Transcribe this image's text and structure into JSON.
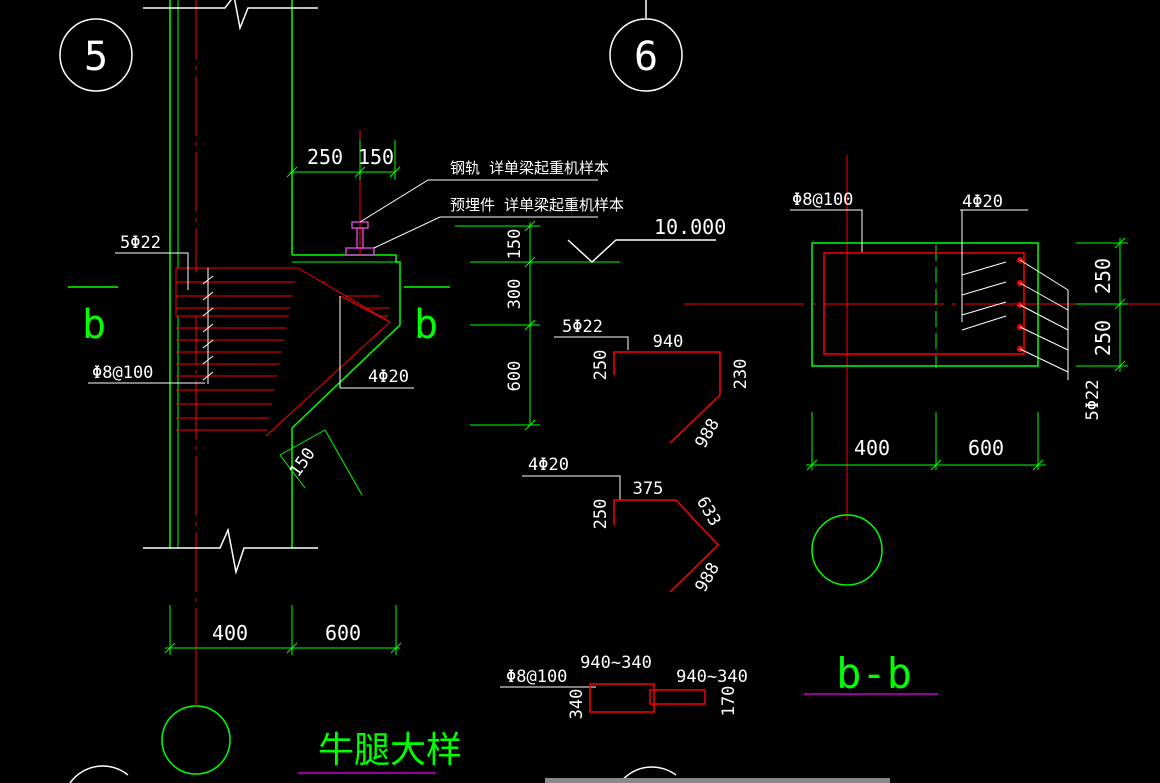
{
  "axes": {
    "left": "5",
    "right": "6"
  },
  "notes": {
    "rail": "钢轨 详单梁起重机样本",
    "embed": "预埋件 详单梁起重机样本"
  },
  "elevation": "10.000",
  "dims": {
    "top_250": "250",
    "top_150": "150",
    "v_150": "150",
    "v_300": "300",
    "v_600": "600",
    "bottom_400": "400",
    "bottom_600": "600",
    "chamfer_150": "150"
  },
  "rebar_labels": {
    "main_5phi22": "5Φ22",
    "stirrup": "Φ8@100",
    "bent_4phi20": "4Φ20"
  },
  "bar_5phi22": {
    "label": "5Φ22",
    "top": "940",
    "left": "250",
    "right": "230",
    "slope": "988"
  },
  "bar_4phi20": {
    "label": "4Φ20",
    "top": "375",
    "left": "250",
    "slope1": "633",
    "slope2": "988"
  },
  "stirrup_detail": {
    "label": "Φ8@100",
    "len1": "940~340",
    "len2": "940~340",
    "h1": "340",
    "h2": "170"
  },
  "section": {
    "stirrup": "Φ8@100",
    "bars_top": "4Φ20",
    "bars_side": "5Φ22",
    "dim_250a": "250",
    "dim_250b": "250",
    "dim_400": "400",
    "dim_600": "600",
    "title": "b-b"
  },
  "cut_marks": {
    "left": "b",
    "right": "b"
  },
  "title": "牛腿大样",
  "colors": {
    "background": "#000000",
    "green": "#00ff00",
    "red": "#ff0000",
    "white": "#ffffff",
    "magenta": "#cc00cc"
  }
}
